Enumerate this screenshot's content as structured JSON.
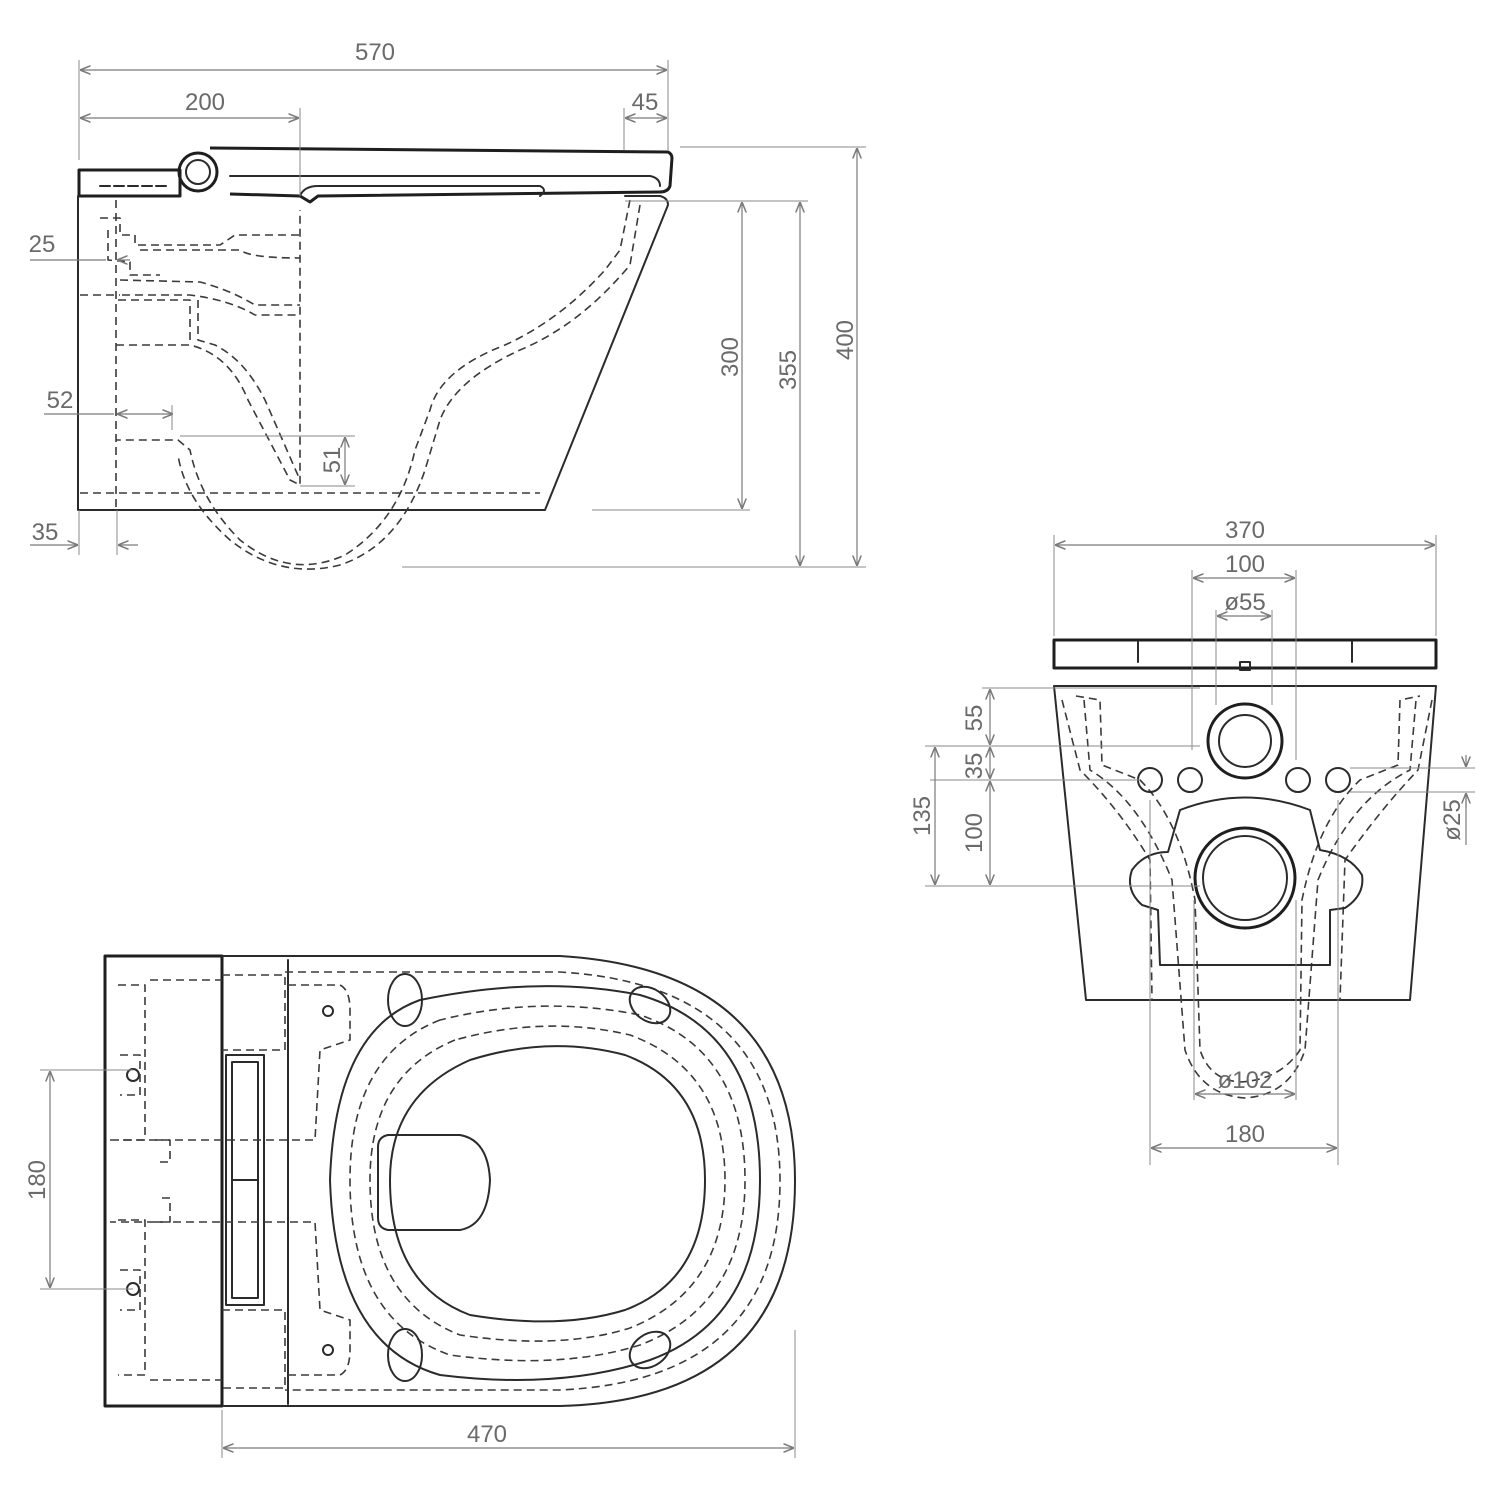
{
  "side_view": {
    "dims": {
      "total_length": "570",
      "seat_to_outlet": "200",
      "rear_lip": "45",
      "wall_offset_25": "25",
      "inlet_52": "52",
      "outlet_51": "51",
      "wall_gap_35": "35",
      "height_300": "300",
      "height_355": "355",
      "height_400": "400"
    }
  },
  "rear_view": {
    "dims": {
      "width_370": "370",
      "inlet_spacing_100": "100",
      "inlet_dia_55": "ø55",
      "inlet_height_55": "55",
      "bolt_offset_35": "35",
      "outlet_height_135": "135",
      "outlet_height_100": "100",
      "bolt_dia_25": "ø25",
      "outlet_dia_102": "ø102",
      "bolt_spacing_180": "180"
    }
  },
  "top_view": {
    "dims": {
      "fixing_spacing_180": "180",
      "bowl_length_470": "470"
    }
  }
}
